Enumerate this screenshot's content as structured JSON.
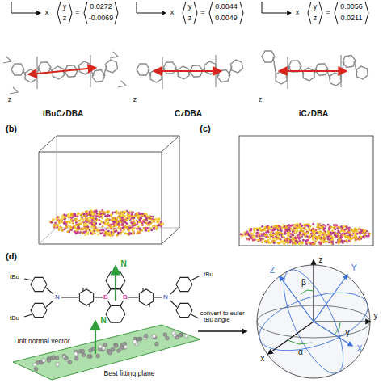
{
  "diagram": {
    "labels": [
      "x",
      "y",
      "z",
      "=",
      "0.0272",
      "-0.0069",
      "z",
      "tBuCzDBA",
      "x",
      "y",
      "z",
      "=",
      "0.0044",
      "0.0049",
      "z",
      "CzDBA",
      "x",
      "y",
      "z",
      "=",
      "0.0056",
      "0.0211",
      "z",
      "iCzDBA",
      "(b)",
      "(c)",
      "(d)",
      "tBu",
      "tBu",
      "tBu",
      "tBu",
      "N",
      "N",
      "B",
      "B",
      "N",
      "N",
      "Unit normal vector",
      "Best fitting plane",
      "convert to euler angle",
      "z",
      "y",
      "x",
      "Z",
      "Y",
      "X",
      "β",
      "α",
      "γ"
    ]
  }
}
